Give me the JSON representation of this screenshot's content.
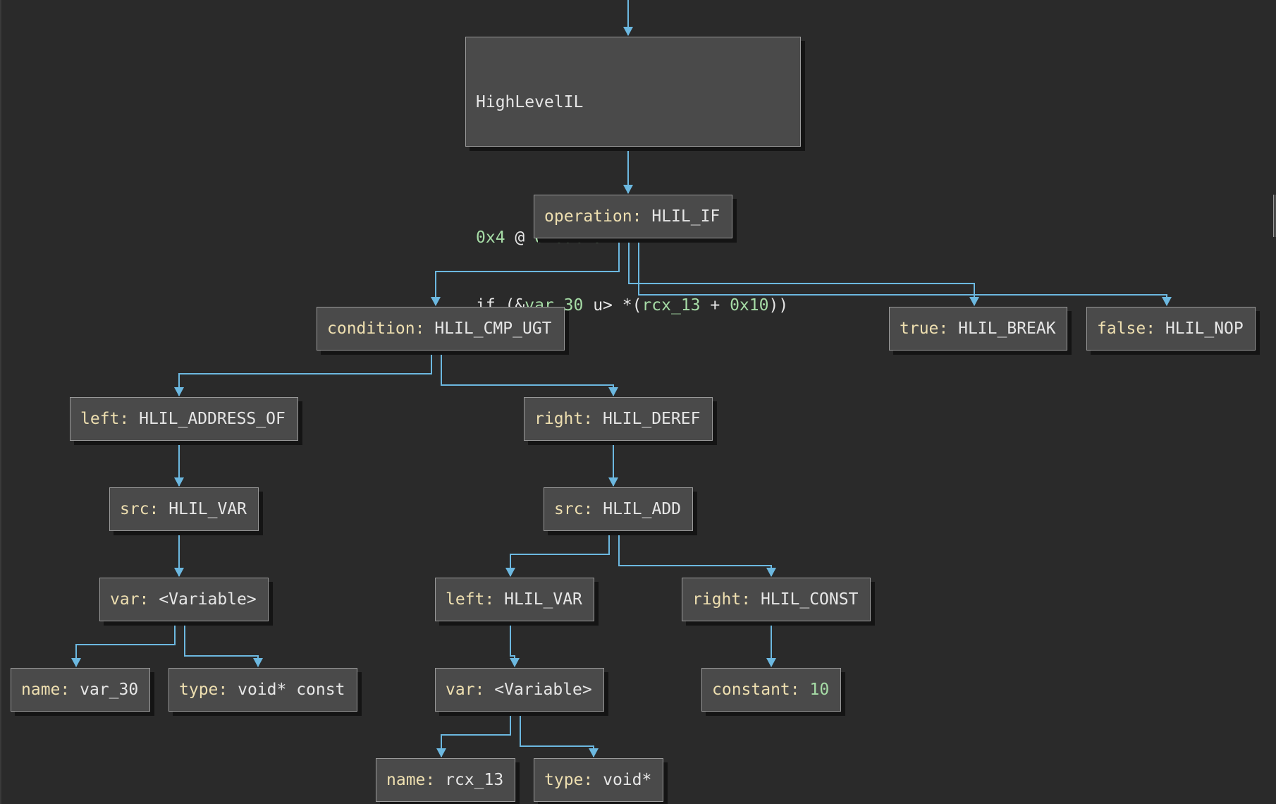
{
  "root": {
    "title": "HighLevelIL",
    "index": "0x4",
    "at": "@",
    "address": "0x6acf92",
    "code": {
      "p1": "if (&",
      "var": "var_30",
      "p2": " u> *(",
      "reg": "rcx_13",
      "p3": " + ",
      "off": "0x10",
      "p4": "))"
    }
  },
  "nodes": {
    "operation": {
      "key": "operation:",
      "value": "HLIL_IF"
    },
    "condition": {
      "key": "condition:",
      "value": "HLIL_CMP_UGT"
    },
    "true_b": {
      "key": "true:",
      "value": "HLIL_BREAK"
    },
    "false_b": {
      "key": "false:",
      "value": "HLIL_NOP"
    },
    "left1": {
      "key": "left:",
      "value": "HLIL_ADDRESS_OF"
    },
    "right1": {
      "key": "right:",
      "value": "HLIL_DEREF"
    },
    "src_var": {
      "key": "src:",
      "value": "HLIL_VAR"
    },
    "src_add": {
      "key": "src:",
      "value": "HLIL_ADD"
    },
    "var1": {
      "key": "var:",
      "value": "<Variable>"
    },
    "left2": {
      "key": "left:",
      "value": "HLIL_VAR"
    },
    "right2": {
      "key": "right:",
      "value": "HLIL_CONST"
    },
    "name1": {
      "key": "name:",
      "value": "var_30"
    },
    "type1": {
      "key": "type:",
      "value": "void* const"
    },
    "var2": {
      "key": "var:",
      "value": "<Variable>"
    },
    "constant": {
      "key": "constant:",
      "value": "10"
    },
    "name2": {
      "key": "name:",
      "value": "rcx_13"
    },
    "type2": {
      "key": "type:",
      "value": "void*"
    }
  },
  "colors": {
    "background": "#2a2a2a",
    "node_fill": "#4a4a4a",
    "edge": "#6cb8e0",
    "key_text": "#eedfb0",
    "number_text": "#a6dca6"
  }
}
